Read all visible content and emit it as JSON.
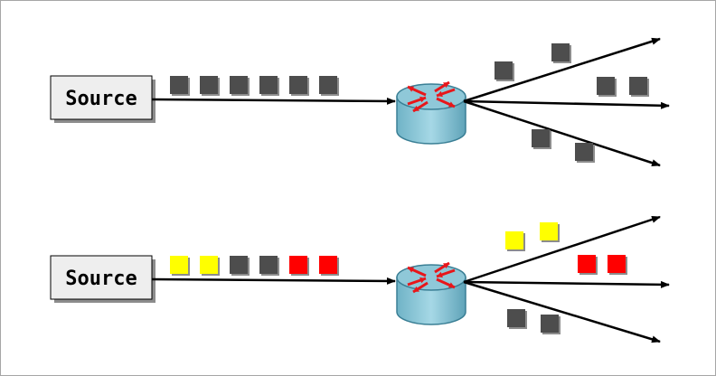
{
  "colors": {
    "background": "#ffffff",
    "frame": "#a6a6a6",
    "source_fill": "#eeeeee",
    "source_shadow": "#8c8c8c",
    "arrow": "#000000",
    "packet_gray": "#4d4d4d",
    "packet_yellow": "#ffff00",
    "packet_red": "#ff0000",
    "router_body": "#8fc8d8",
    "router_edge": "#3a7f95",
    "router_arrows": "#e8161a"
  },
  "rows": [
    {
      "source_label": "Source",
      "input_packets": [
        "gray",
        "gray",
        "gray",
        "gray",
        "gray",
        "gray"
      ],
      "outputs": [
        {
          "direction": "up-right",
          "packets": [
            "gray",
            "gray"
          ]
        },
        {
          "direction": "right",
          "packets": [
            "gray",
            "gray"
          ]
        },
        {
          "direction": "down-right",
          "packets": [
            "gray",
            "gray"
          ]
        }
      ]
    },
    {
      "source_label": "Source",
      "input_packets": [
        "yellow",
        "yellow",
        "gray",
        "gray",
        "red",
        "red"
      ],
      "outputs": [
        {
          "direction": "up-right",
          "packets": [
            "yellow",
            "yellow"
          ]
        },
        {
          "direction": "right",
          "packets": [
            "red",
            "red"
          ]
        },
        {
          "direction": "down-right",
          "packets": [
            "gray",
            "gray"
          ]
        }
      ]
    }
  ],
  "icons": {
    "router": "router-icon"
  }
}
